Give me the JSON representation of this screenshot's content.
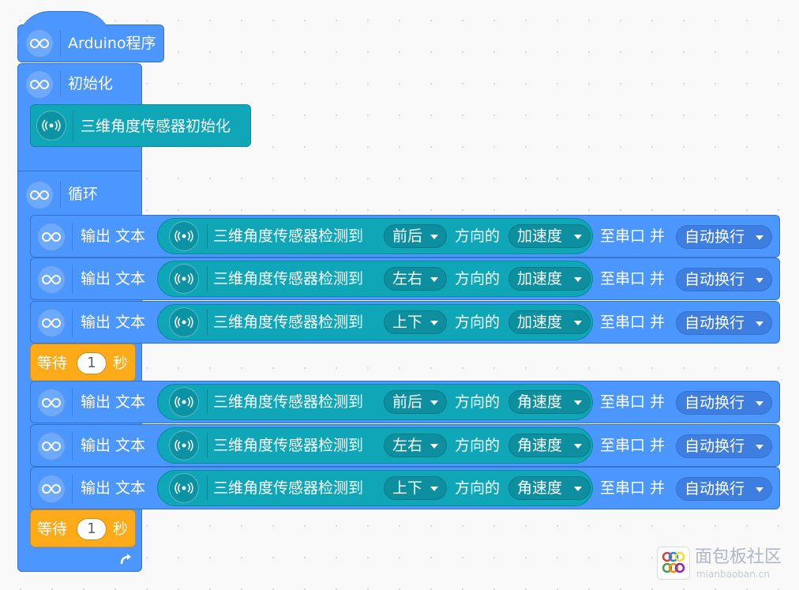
{
  "program": {
    "hat_label": "Arduino程序",
    "setup_label": "初始化",
    "loop_label": "循环",
    "init_block_label": "三维角度传感器初始化"
  },
  "print_rows": [
    {
      "prefix": "输出 文本",
      "sensor": "三维角度传感器检测到",
      "direction": "前后",
      "middle": "方向的",
      "quantity": "加速度",
      "suffix": "至串口 并",
      "mode": "自动换行"
    },
    {
      "prefix": "输出 文本",
      "sensor": "三维角度传感器检测到",
      "direction": "左右",
      "middle": "方向的",
      "quantity": "加速度",
      "suffix": "至串口 并",
      "mode": "自动换行"
    },
    {
      "prefix": "输出 文本",
      "sensor": "三维角度传感器检测到",
      "direction": "上下",
      "middle": "方向的",
      "quantity": "加速度",
      "suffix": "至串口 并",
      "mode": "自动换行"
    },
    {
      "prefix": "输出 文本",
      "sensor": "三维角度传感器检测到",
      "direction": "前后",
      "middle": "方向的",
      "quantity": "角速度",
      "suffix": "至串口 并",
      "mode": "自动换行"
    },
    {
      "prefix": "输出 文本",
      "sensor": "三维角度传感器检测到",
      "direction": "左右",
      "middle": "方向的",
      "quantity": "角速度",
      "suffix": "至串口 并",
      "mode": "自动换行"
    },
    {
      "prefix": "输出 文本",
      "sensor": "三维角度传感器检测到",
      "direction": "上下",
      "middle": "方向的",
      "quantity": "角速度",
      "suffix": "至串口 并",
      "mode": "自动换行"
    }
  ],
  "waits": [
    {
      "prefix": "等待",
      "value": "1",
      "unit": "秒"
    },
    {
      "prefix": "等待",
      "value": "1",
      "unit": "秒"
    }
  ],
  "watermark": {
    "name": "面包板社区",
    "url": "mianbaoban.cn"
  },
  "colors": {
    "control_blue": "#4c97ff",
    "sensor_teal": "#0fa6b8",
    "wait_orange": "#ffab19"
  },
  "icons": {
    "arduino": "infinity-icon",
    "sensor": "signal-icon",
    "loop_end": "loop-arrow-icon"
  }
}
